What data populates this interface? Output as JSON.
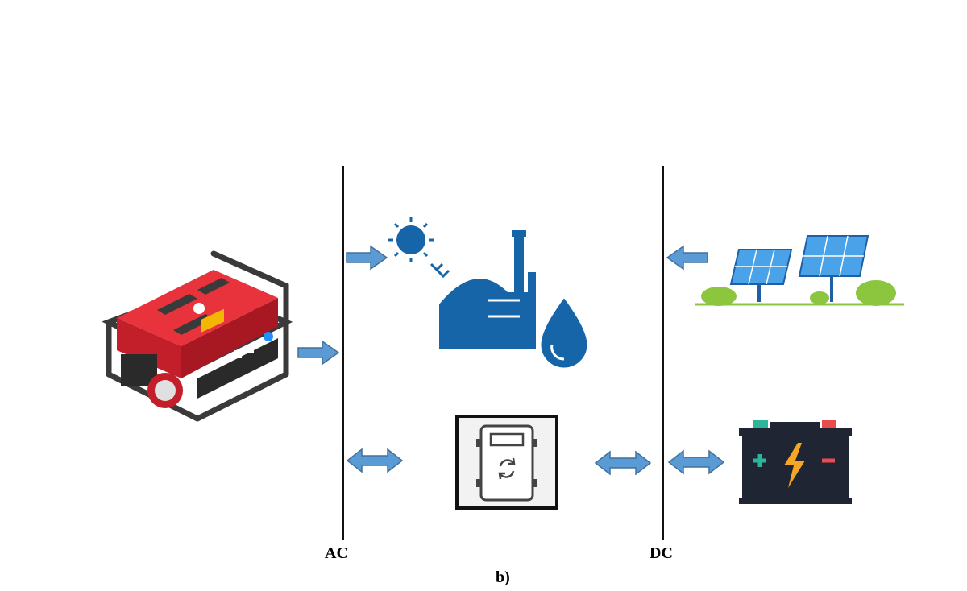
{
  "diagram": {
    "buses": [
      {
        "label": "AC"
      },
      {
        "label": "DC"
      }
    ],
    "components": [
      {
        "name": "generator",
        "icon": "generator-icon"
      },
      {
        "name": "biogas-plant",
        "icon": "biogas-plant-icon"
      },
      {
        "name": "converter",
        "icon": "converter-icon"
      },
      {
        "name": "solar-pv",
        "icon": "solar-panel-icon"
      },
      {
        "name": "battery",
        "icon": "battery-icon"
      }
    ],
    "caption": "b)",
    "colors": {
      "arrow": "#5b9bd5",
      "generator_red": "#e8323c",
      "biogas_blue": "#1565a8",
      "battery_body": "#1f2533",
      "bolt": "#f5a623",
      "plus": "#2bb59a",
      "minus": "#e84c4c",
      "grass": "#8cc63f"
    }
  }
}
